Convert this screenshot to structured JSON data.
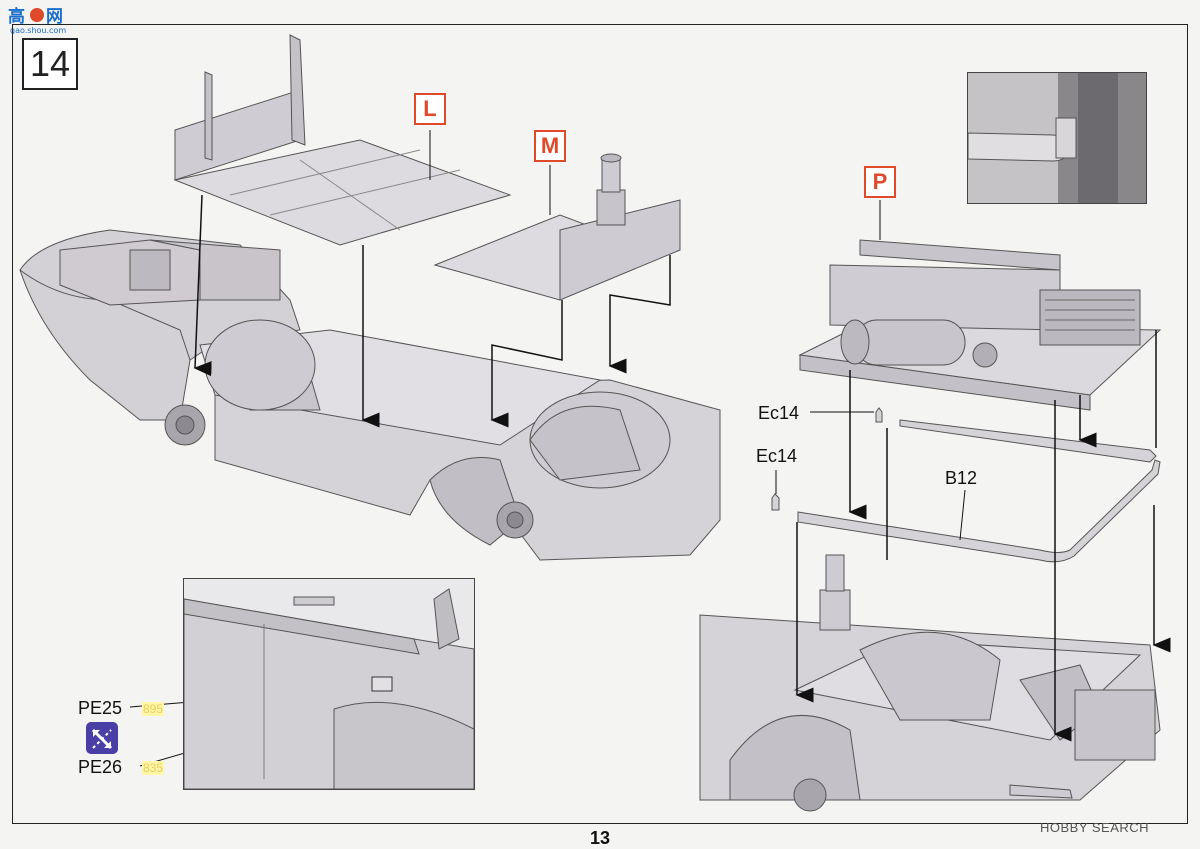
{
  "step": {
    "number": "14"
  },
  "parts": {
    "L": "L",
    "M": "M",
    "P": "P"
  },
  "labels": {
    "ec14_top": "Ec14",
    "ec14_left": "Ec14",
    "b12": "B12",
    "pe25": "PE25",
    "pe26": "PE26",
    "pe25_code": "895",
    "pe26_code": "835"
  },
  "page_number": "13",
  "watermark": "HOBBY SEARCH",
  "colors": {
    "tag_red": "#e04a2a",
    "hull_gray": "#d9d6da",
    "hull_dark": "#b8b5ba",
    "line": "#333333"
  }
}
